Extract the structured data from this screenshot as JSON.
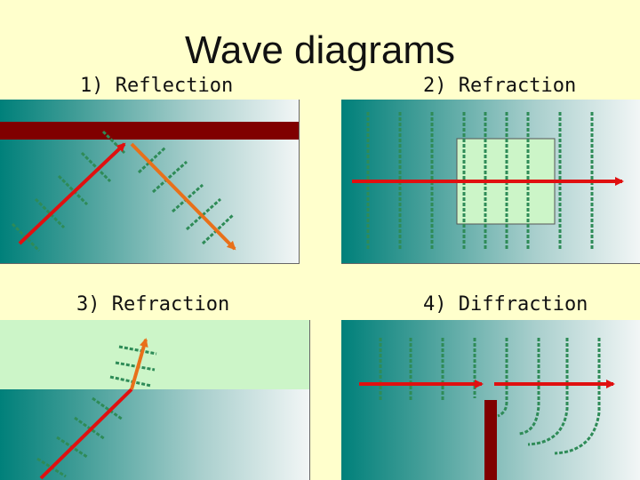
{
  "title": "Wave diagrams",
  "panels": [
    {
      "label": "1) Reflection"
    },
    {
      "label": "2) Refraction"
    },
    {
      "label": "3) Refraction"
    },
    {
      "label": "4) Diffraction"
    }
  ],
  "colors": {
    "background": "#ffffcc",
    "ray": "#e01010",
    "reflected_ray": "#e8701a",
    "wavefront": "#2e8b57",
    "barrier": "#800000",
    "slow_medium": "#ccf5c8"
  }
}
